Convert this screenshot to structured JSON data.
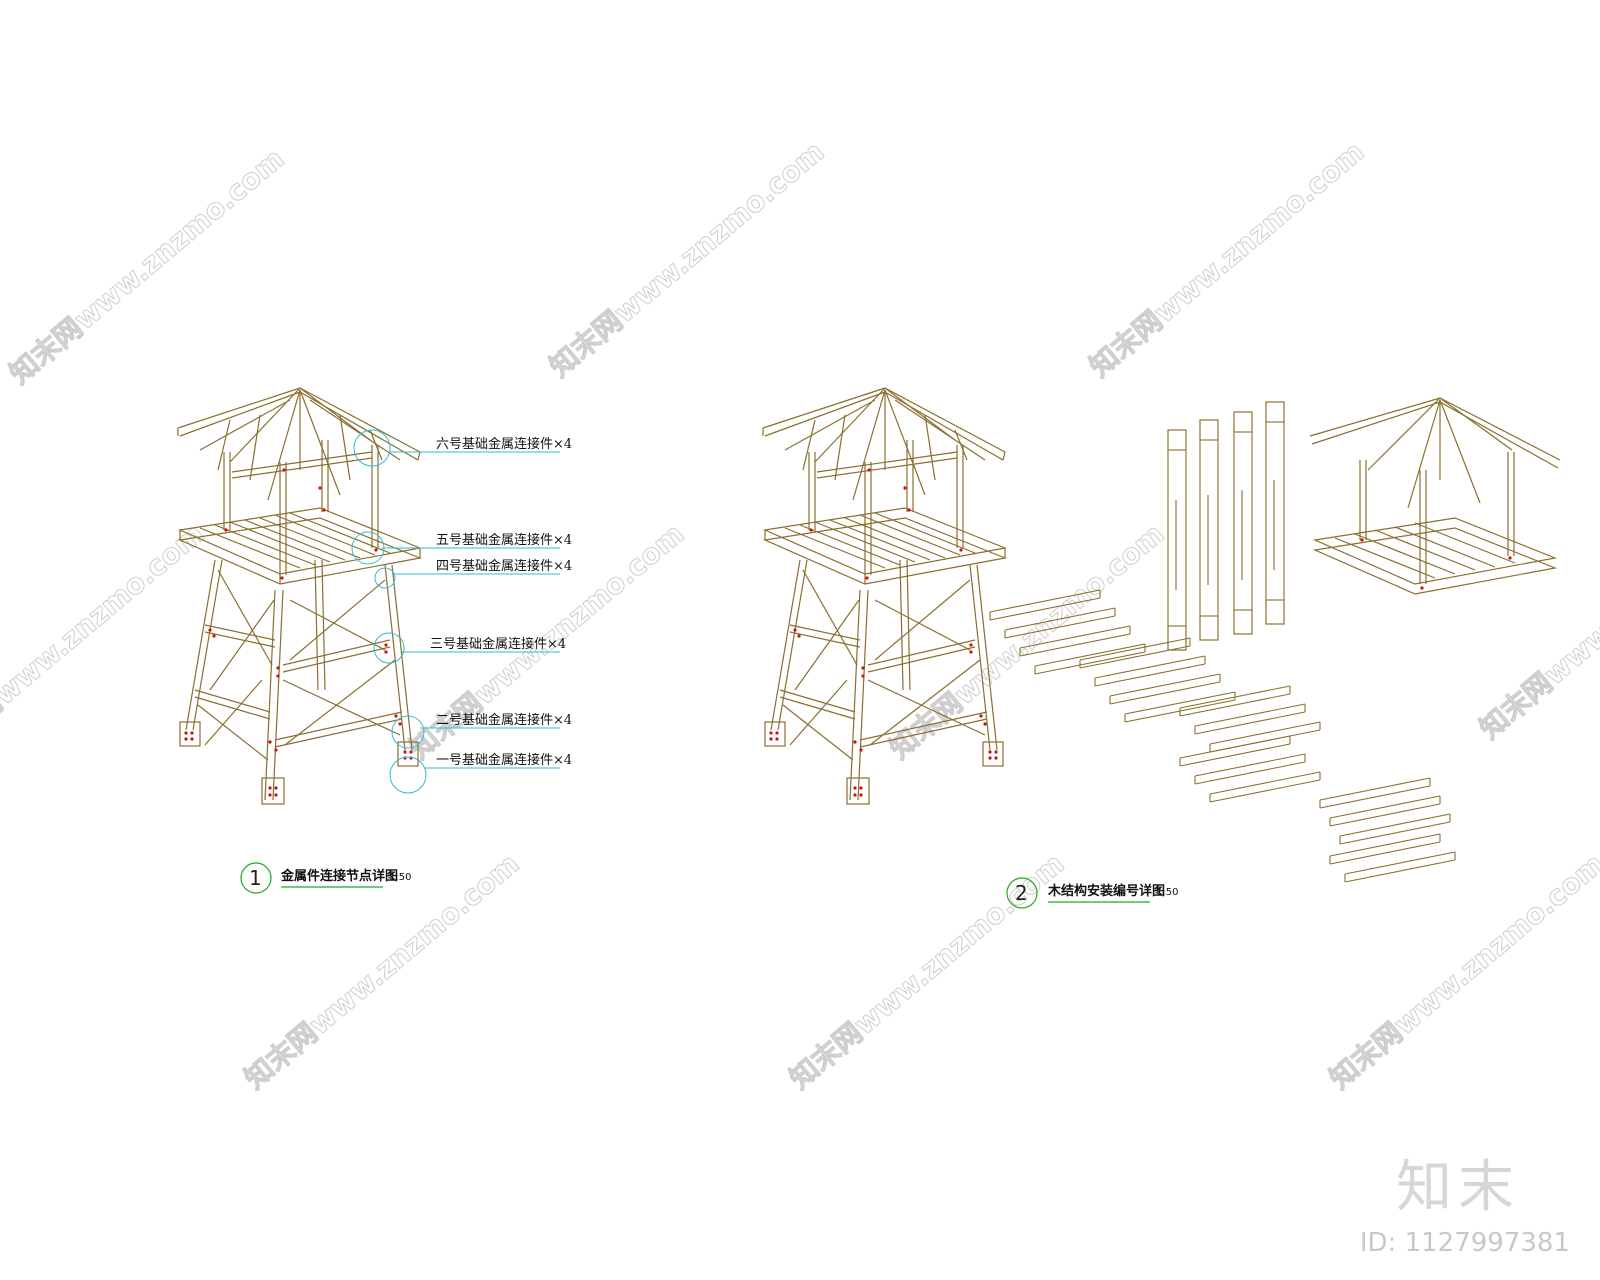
{
  "watermark": {
    "text": "知末网www.znzmo.com"
  },
  "brand": {
    "logo": "知末",
    "id_text": "ID: 1127997381"
  },
  "figure1": {
    "number": "1",
    "title": "金属件连接节点详图",
    "scale": "1:50",
    "callouts": [
      "六号基础金属连接件×4",
      "五号基础金属连接件×4",
      "四号基础金属连接件×4",
      "三号基础金属连接件×4",
      "二号基础金属连接件×4",
      "一号基础金属连接件×4"
    ]
  },
  "figure2": {
    "number": "2",
    "title": "木结构安装编号详图",
    "scale": "1:50"
  },
  "colors": {
    "timber": "#8a6f2e",
    "bolt": "#cc1111",
    "callout": "#33bbcc",
    "title_rule": "#22aa22"
  }
}
